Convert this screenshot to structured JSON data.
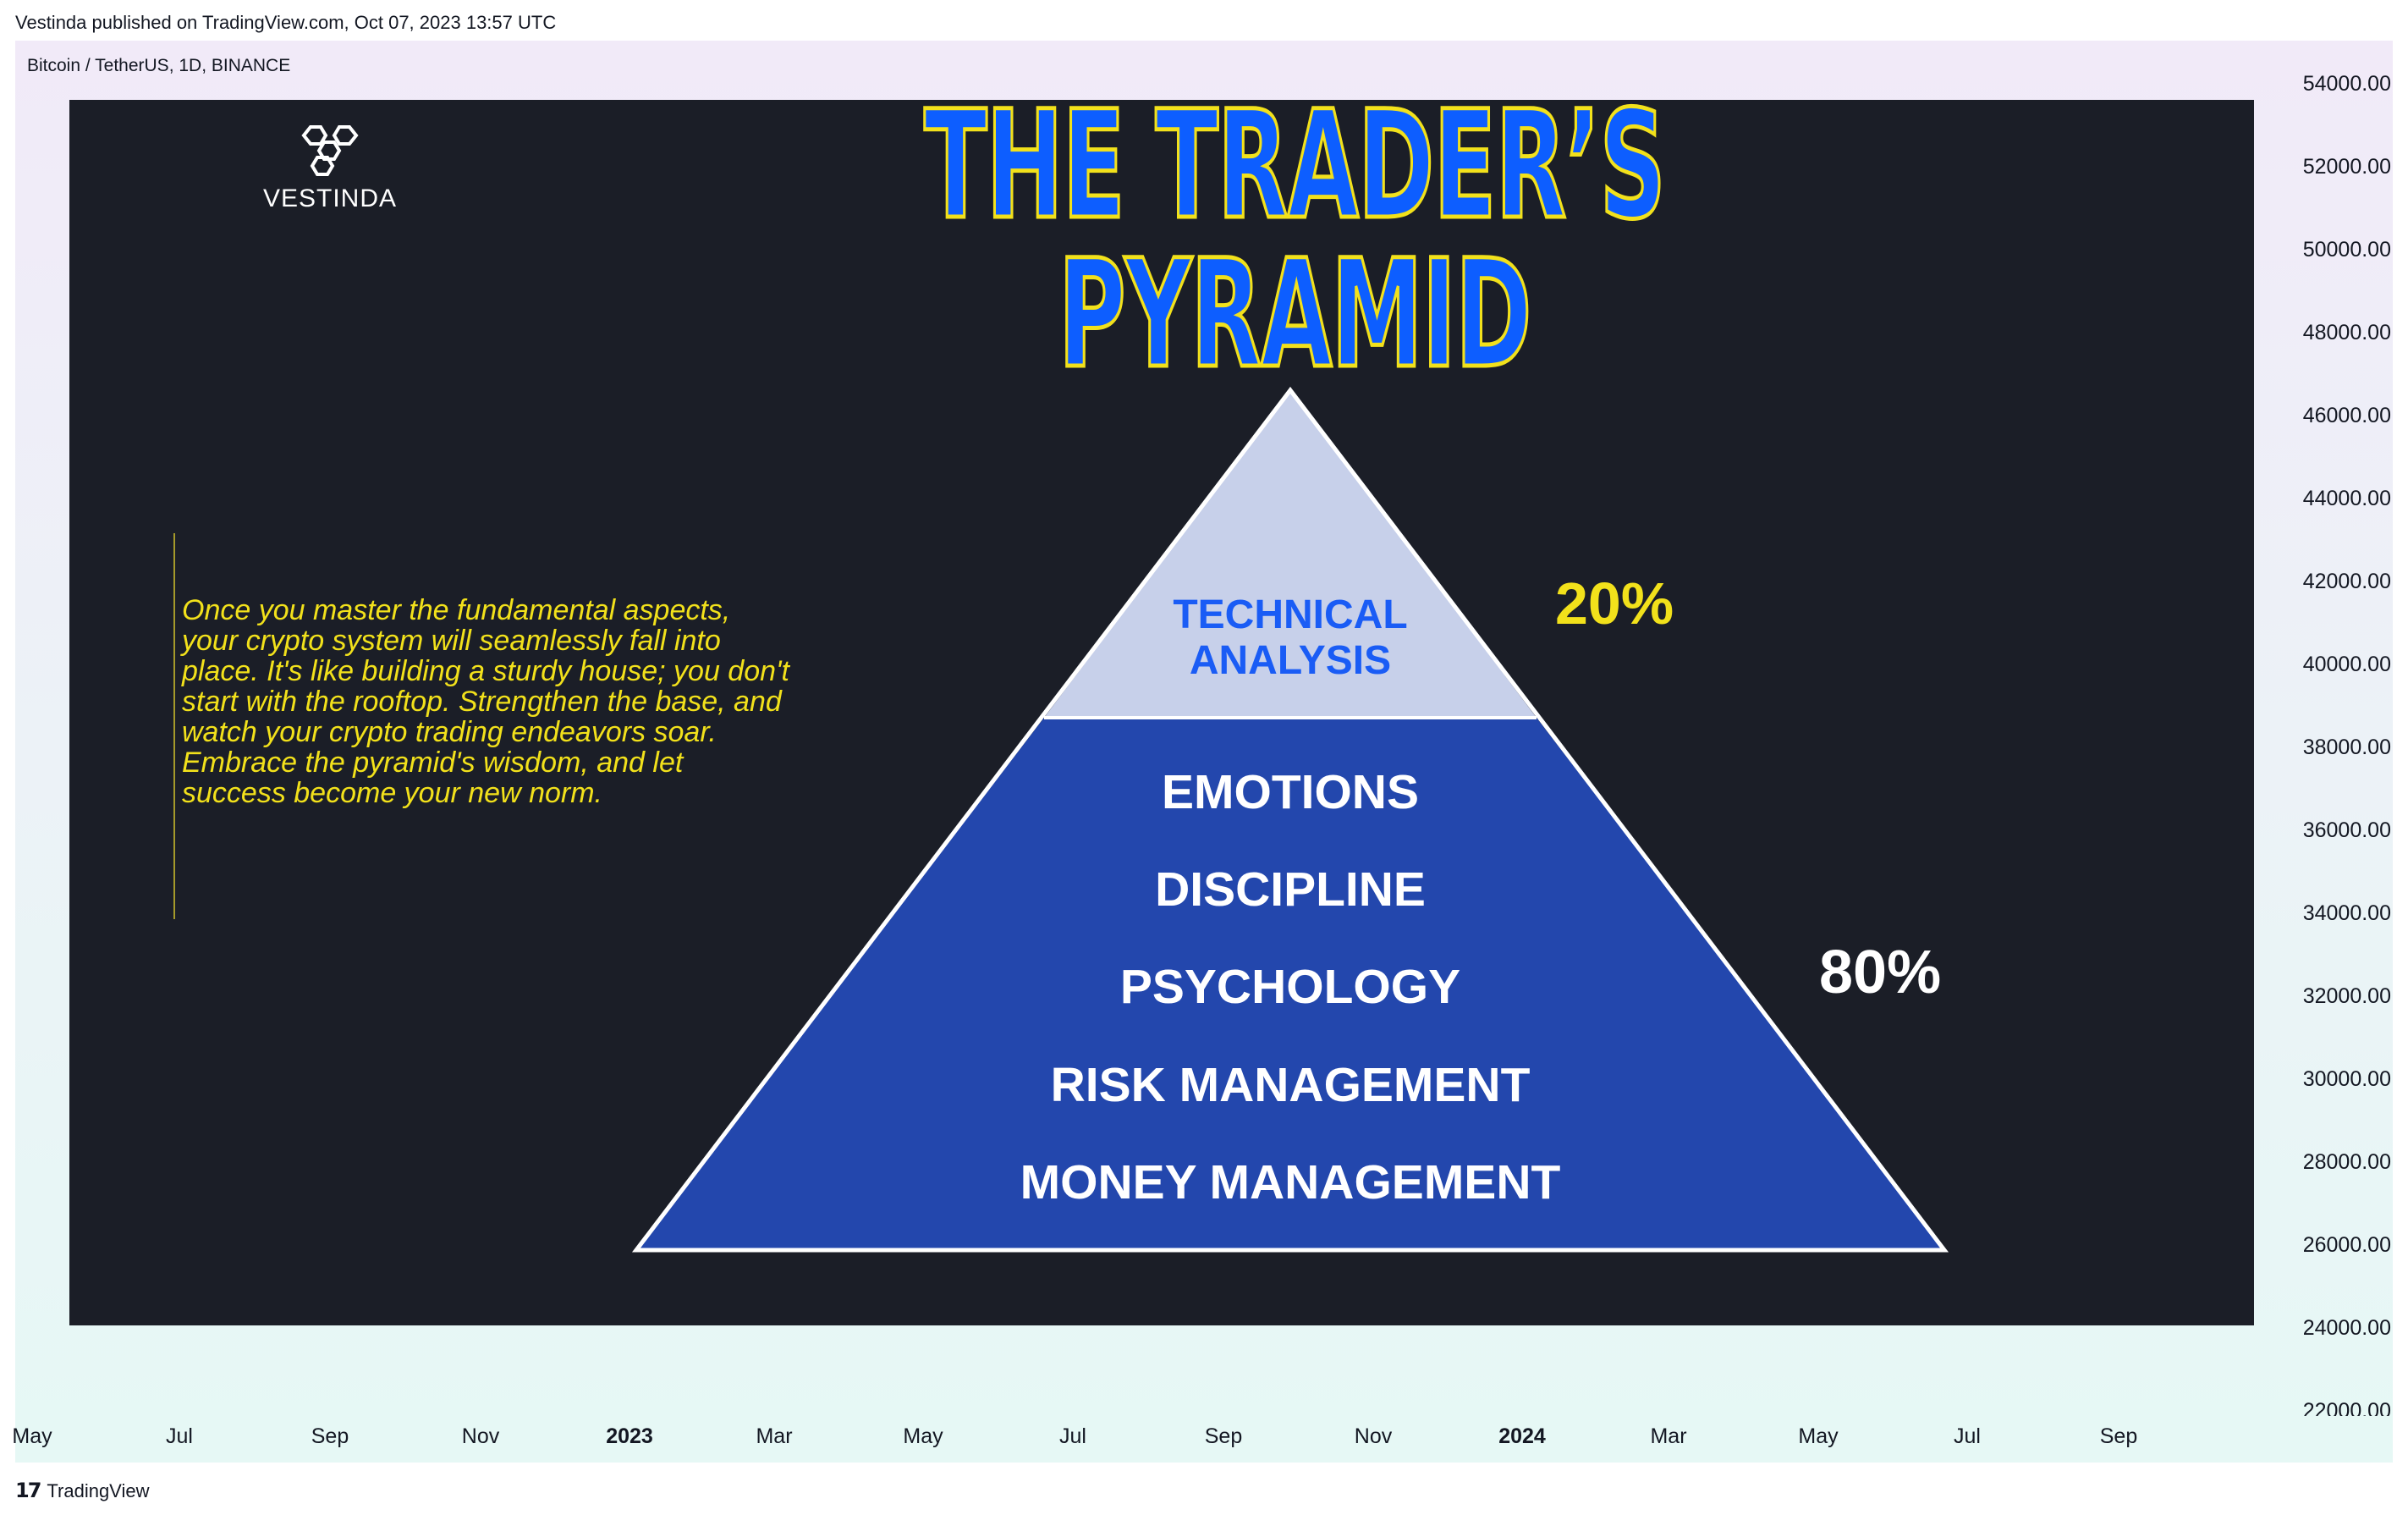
{
  "header": {
    "published": "Vestinda published on TradingView.com, Oct 07, 2023 13:57 UTC",
    "symbol": "Bitcoin / TetherUS, 1D, BINANCE"
  },
  "y_axis": {
    "labels": [
      "54000.00",
      "52000.00",
      "50000.00",
      "48000.00",
      "46000.00",
      "44000.00",
      "42000.00",
      "40000.00",
      "38000.00",
      "36000.00",
      "34000.00",
      "32000.00",
      "30000.00",
      "28000.00",
      "26000.00",
      "24000.00",
      "22000.00"
    ]
  },
  "x_axis": {
    "labels": [
      "May",
      "Jul",
      "Sep",
      "Nov",
      "2023",
      "Mar",
      "May",
      "Jul",
      "Sep",
      "Nov",
      "2024",
      "Mar",
      "May",
      "Jul",
      "Sep"
    ],
    "bold": [
      "2023",
      "2024"
    ]
  },
  "image": {
    "logo_text": "VESTINDA",
    "title": "THE TRADER’S PYRAMID",
    "quote": "Once you master the fundamental aspects, your crypto system will seamlessly fall into place. It's like building a sturdy house; you don't start with the rooftop. Strengthen the base, and watch your crypto trading endeavors soar. Embrace the pyramid's wisdom, and let success become your new norm.",
    "top_layer": {
      "line1": "TECHNICAL",
      "line2": "ANALYSIS",
      "percent": "20%"
    },
    "base_layer": {
      "items": [
        "EMOTIONS",
        "DISCIPLINE",
        "PSYCHOLOGY",
        "RISK MANAGEMENT",
        "MONEY MANAGEMENT"
      ],
      "percent": "80%"
    },
    "colors": {
      "background": "#1b1e27",
      "title_fill": "#0d5eff",
      "title_outline": "#f2e11b",
      "quote": "#f2e11b",
      "top_layer": "#c7d0ea",
      "base_layer": "#2347ad",
      "percent_20": "#f2e11b",
      "percent_80": "#ffffff"
    }
  },
  "footer": {
    "brand": "TradingView"
  }
}
